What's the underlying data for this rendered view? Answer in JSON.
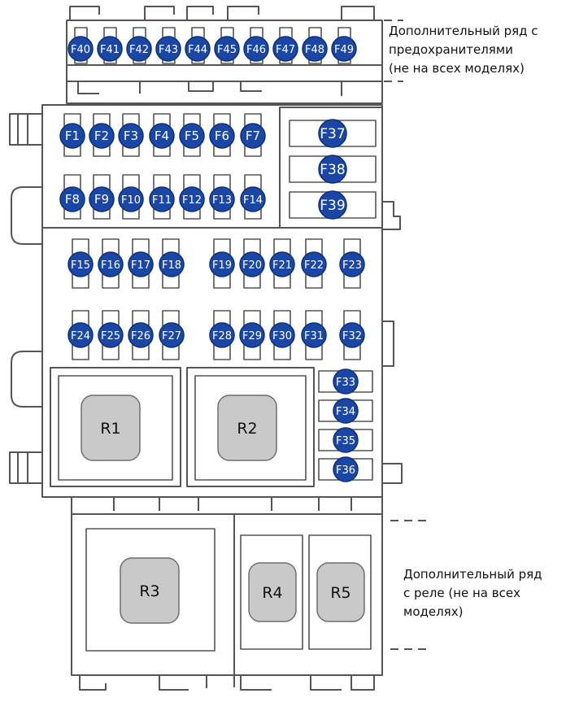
{
  "colors": {
    "fuse_marker": "#1a47a6",
    "fuse_marker_stroke": "#0d2f7a",
    "fuse_label": "#ffffff",
    "relay_fill": "#c9c9c9",
    "relay_stroke": "#6e6e6e",
    "outline": "#555555",
    "text": "#111111"
  },
  "notes": {
    "top": [
      "Дополнительный ряд с",
      "предохранителями",
      "(не на всех моделях)"
    ],
    "bottom": [
      "Дополнительный ряд",
      "с реле (не на всех",
      "моделях)"
    ]
  },
  "fuses": [
    {
      "id": "F40"
    },
    {
      "id": "F41"
    },
    {
      "id": "F42"
    },
    {
      "id": "F43"
    },
    {
      "id": "F44"
    },
    {
      "id": "F45"
    },
    {
      "id": "F46"
    },
    {
      "id": "F47"
    },
    {
      "id": "F48"
    },
    {
      "id": "F49"
    },
    {
      "id": "F1"
    },
    {
      "id": "F2"
    },
    {
      "id": "F3"
    },
    {
      "id": "F4"
    },
    {
      "id": "F5"
    },
    {
      "id": "F6"
    },
    {
      "id": "F7"
    },
    {
      "id": "F8"
    },
    {
      "id": "F9"
    },
    {
      "id": "F10"
    },
    {
      "id": "F11"
    },
    {
      "id": "F12"
    },
    {
      "id": "F13"
    },
    {
      "id": "F14"
    },
    {
      "id": "F15"
    },
    {
      "id": "F16"
    },
    {
      "id": "F17"
    },
    {
      "id": "F18"
    },
    {
      "id": "F19"
    },
    {
      "id": "F20"
    },
    {
      "id": "F21"
    },
    {
      "id": "F22"
    },
    {
      "id": "F23"
    },
    {
      "id": "F24"
    },
    {
      "id": "F25"
    },
    {
      "id": "F26"
    },
    {
      "id": "F27"
    },
    {
      "id": "F28"
    },
    {
      "id": "F29"
    },
    {
      "id": "F30"
    },
    {
      "id": "F31"
    },
    {
      "id": "F32"
    },
    {
      "id": "F33"
    },
    {
      "id": "F34"
    },
    {
      "id": "F35"
    },
    {
      "id": "F36"
    },
    {
      "id": "F37"
    },
    {
      "id": "F38"
    },
    {
      "id": "F39"
    }
  ],
  "relays": [
    {
      "id": "R1"
    },
    {
      "id": "R2"
    },
    {
      "id": "R3"
    },
    {
      "id": "R4"
    },
    {
      "id": "R5"
    }
  ]
}
